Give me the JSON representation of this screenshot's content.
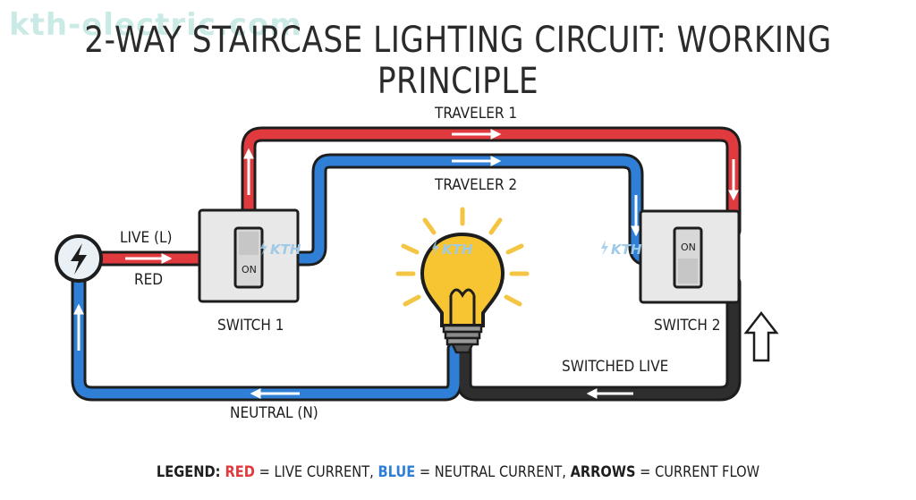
{
  "watermark": "kth-electric.com",
  "title": "2-WAY STAIRCASE LIGHTING CIRCUIT:  WORKING PRINCIPLE",
  "labels": {
    "traveler1": "TRAVELER 1",
    "traveler2": "TRAVELER 2",
    "live": "LIVE (L)",
    "red": "RED",
    "switch1": "SWITCH 1",
    "switch2": "SWITCH 2",
    "neutral": "NEUTRAL (N)",
    "switched_live": "SWITCHED LIVE",
    "on1": "ON",
    "on2": "ON",
    "brand1": "KTH",
    "brand2": "KTH",
    "brand_bulb": "KTH"
  },
  "legend": {
    "prefix": "LEGEND: ",
    "red_word": "RED",
    "red_text": " = LIVE CURRENT, ",
    "blue_word": "BLUE",
    "blue_text": " = NEUTRAL CURRENT, ",
    "arrows_word": "ARROWS",
    "arrows_text": " = CURRENT FLOW"
  },
  "colors": {
    "live": "#e03a3e",
    "neutral": "#2f7fd6",
    "switched": "#2e2e2e",
    "bulb": "#f7c531",
    "rays": "#f4c542"
  },
  "icons": [
    "lightning-icon",
    "kth-logo-icon",
    "light-bulb-icon",
    "arrow-up-icon"
  ]
}
